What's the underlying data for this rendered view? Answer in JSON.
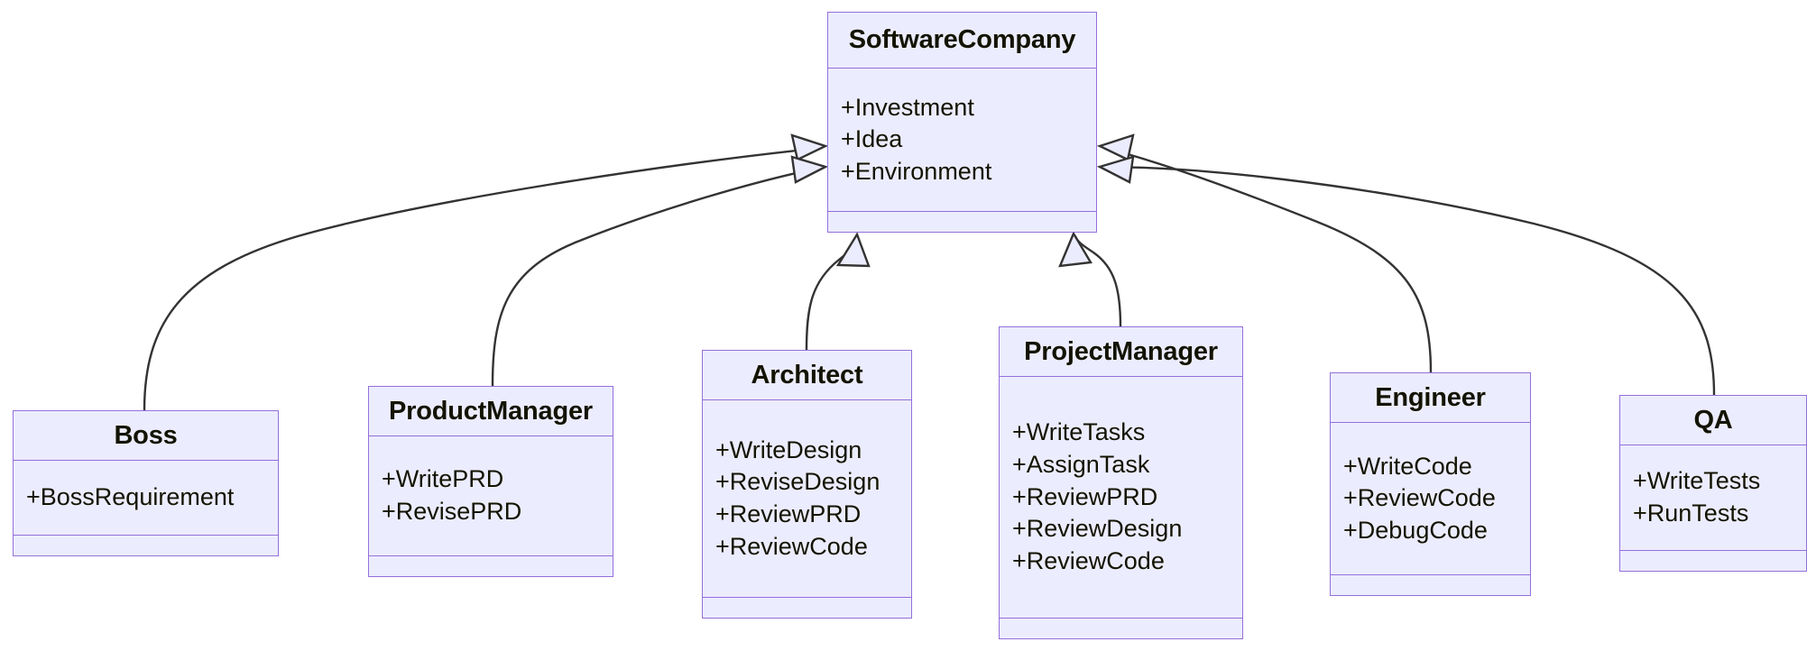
{
  "diagram": {
    "type": "uml-class-diagram",
    "title": "",
    "colors": {
      "node_fill": "#ECECFF",
      "node_border": "#9370DB",
      "edge_stroke": "#333333",
      "text": "#131300",
      "background": "#FFFFFF"
    },
    "classes": [
      {
        "id": "software-company",
        "name": "SoftwareCompany",
        "attributes": [
          "+Investment",
          "+Idea",
          "+Environment"
        ],
        "methods": []
      },
      {
        "id": "boss",
        "name": "Boss",
        "attributes": [
          "+BossRequirement"
        ],
        "methods": []
      },
      {
        "id": "product-manager",
        "name": "ProductManager",
        "attributes": [
          "+WritePRD",
          "+RevisePRD"
        ],
        "methods": []
      },
      {
        "id": "architect",
        "name": "Architect",
        "attributes": [
          "+WriteDesign",
          "+ReviseDesign",
          "+ReviewPRD",
          "+ReviewCode"
        ],
        "methods": []
      },
      {
        "id": "project-manager",
        "name": "ProjectManager",
        "attributes": [
          "+WriteTasks",
          "+AssignTask",
          "+ReviewPRD",
          "+ReviewDesign",
          "+ReviewCode"
        ],
        "methods": []
      },
      {
        "id": "engineer",
        "name": "Engineer",
        "attributes": [
          "+WriteCode",
          "+ReviewCode",
          "+DebugCode"
        ],
        "methods": []
      },
      {
        "id": "qa",
        "name": "QA",
        "attributes": [
          "+WriteTests",
          "+RunTests"
        ],
        "methods": []
      }
    ],
    "relations": [
      {
        "from": "Boss",
        "to": "SoftwareCompany",
        "kind": "inheritance"
      },
      {
        "from": "ProductManager",
        "to": "SoftwareCompany",
        "kind": "inheritance"
      },
      {
        "from": "Architect",
        "to": "SoftwareCompany",
        "kind": "inheritance"
      },
      {
        "from": "ProjectManager",
        "to": "SoftwareCompany",
        "kind": "inheritance"
      },
      {
        "from": "Engineer",
        "to": "SoftwareCompany",
        "kind": "inheritance"
      },
      {
        "from": "QA",
        "to": "SoftwareCompany",
        "kind": "inheritance"
      }
    ]
  }
}
